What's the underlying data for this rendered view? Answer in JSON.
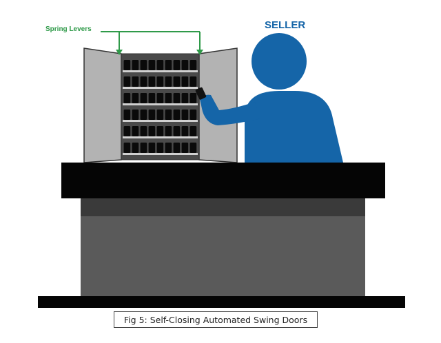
{
  "labels": {
    "spring_levers": "Spring Levers",
    "seller": "SELLER"
  },
  "caption": "Fig 5: Self-Closing Automated Swing Doors",
  "colors": {
    "seller_blue": "#1565a8",
    "lever_green": "#2f9a49",
    "door_gray": "#b3b3b3",
    "counter_black": "#050505",
    "base_gray": "#5a5a5a",
    "base_top_dark": "#3a3a3a"
  },
  "icons": {
    "figure": "seller-person-icon",
    "ticket_unit": "ticket-rack-icon"
  }
}
